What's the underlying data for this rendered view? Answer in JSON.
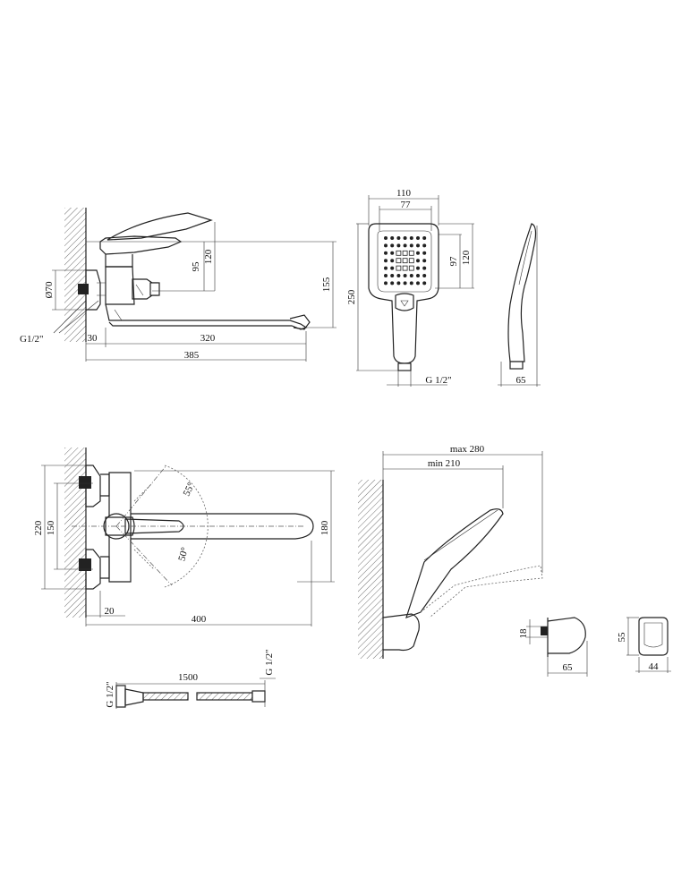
{
  "labels": {
    "faucet_side": {
      "height_95": "95",
      "height_120": "120",
      "height_155": "155",
      "dia_70": "Ø70",
      "thread": "G1/2\"",
      "width_30": "30",
      "width_320": "320",
      "width_385": "385"
    },
    "shower_head_front": {
      "width_110": "110",
      "width_77": "77",
      "height_97": "97",
      "height_120": "120",
      "height_250": "250",
      "thread": "G 1/2\""
    },
    "shower_head_side": {
      "depth_65": "65"
    },
    "faucet_top": {
      "height_220": "220",
      "height_150": "150",
      "height_180": "180",
      "angle_55": "55°",
      "angle_50": "50°",
      "width_20": "20",
      "width_400": "400"
    },
    "holder_side": {
      "max_280": "max 280",
      "min_210": "min 210"
    },
    "bracket_side": {
      "height_18": "18",
      "width_65": "65"
    },
    "bracket_front": {
      "height_55": "55",
      "width_44": "44"
    },
    "hose": {
      "length_1500": "1500",
      "thread_left": "G 1/2\"",
      "thread_right": "G 1/2\""
    }
  }
}
